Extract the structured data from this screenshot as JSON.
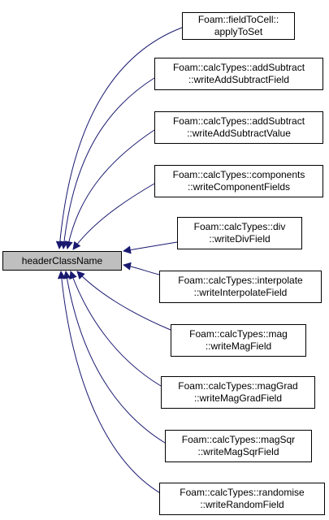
{
  "root": {
    "label": "headerClassName"
  },
  "callers": [
    {
      "line1": "Foam::fieldToCell::",
      "line2": "applyToSet"
    },
    {
      "line1": "Foam::calcTypes::addSubtract",
      "line2": "::writeAddSubtractField"
    },
    {
      "line1": "Foam::calcTypes::addSubtract",
      "line2": "::writeAddSubtractValue"
    },
    {
      "line1": "Foam::calcTypes::components",
      "line2": "::writeComponentFields"
    },
    {
      "line1": "Foam::calcTypes::div",
      "line2": "::writeDivField"
    },
    {
      "line1": "Foam::calcTypes::interpolate",
      "line2": "::writeInterpolateField"
    },
    {
      "line1": "Foam::calcTypes::mag",
      "line2": "::writeMagField"
    },
    {
      "line1": "Foam::calcTypes::magGrad",
      "line2": "::writeMagGradField"
    },
    {
      "line1": "Foam::calcTypes::magSqr",
      "line2": "::writeMagSqrField"
    },
    {
      "line1": "Foam::calcTypes::randomise",
      "line2": "::writeRandomField"
    }
  ],
  "colors": {
    "edge": "#191970",
    "root_fill": "#bfbfbf",
    "node_fill": "#ffffff",
    "border": "#000000"
  }
}
